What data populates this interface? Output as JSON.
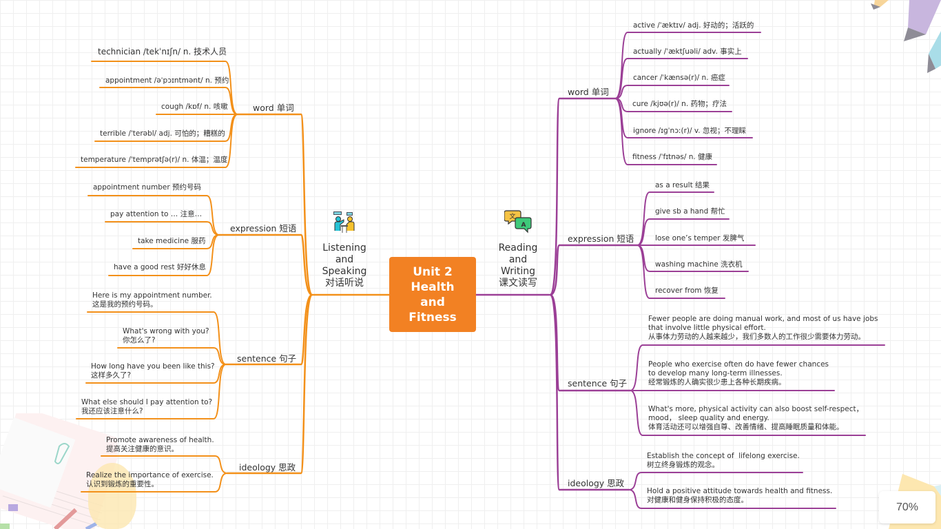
{
  "mindmap": {
    "center": {
      "title": "Unit 2\nHealth\nand\nFitness",
      "color": "#f28123"
    },
    "left": {
      "label": "Listening\nand\nSpeaking\n对话听说",
      "icon": "conversation-people-icon",
      "color": "#f39019",
      "branches": [
        {
          "label": "word 单词",
          "items": [
            "technician /tekˈnɪʃn/ n. 技术人员",
            "appointment /əˈpɔɪntmənt/ n. 预约",
            "cough /kɒf/ n. 咳嗽",
            "terrible /ˈterəbl/ adj. 可怕的；糟糕的",
            "temperature /ˈtemprətʃə(r)/ n. 体温；温度"
          ]
        },
        {
          "label": "expression 短语",
          "items": [
            "appointment number 预约号码",
            "pay  attention  to … 注意…",
            "take medicine 服药",
            "have a good rest 好好休息"
          ]
        },
        {
          "label": "sentence 句子",
          "items": [
            "Here is my appointment number.\n这是我的预约号码。",
            "What's wrong with you?\n你怎么了?",
            "How long have you been like this?\n这样多久了?",
            "What else should I pay attention to?\n我还应该注意什么?"
          ]
        },
        {
          "label": "ideology 思政",
          "items": [
            "Promote awareness of health.\n提高关注健康的意识。",
            "Realize the importance of exercise.\n认识到锻炼的重要性。"
          ]
        }
      ]
    },
    "right": {
      "label": "Reading\nand\nWriting\n课文读写",
      "icon": "translate-chat-icon",
      "color": "#9b3f96",
      "branches": [
        {
          "label": "word 单词",
          "items": [
            "active /ˈæktɪv/ adj. 好动的；活跃的",
            "actually /ˈæktʃuəli/ adv. 事实上",
            "cancer /ˈkænsə(r)/ n. 癌症",
            "cure /kjʊə(r)/ n. 药物；疗法",
            "ignore /ɪɡˈnɔː(r)/ v. 忽视；不理睬",
            "fitness /ˈfɪtnəs/ n. 健康"
          ]
        },
        {
          "label": "expression 短语",
          "items": [
            "as a result 结果",
            "give sb a hand 帮忙",
            "lose one’s temper 发脾气",
            "washing machine 洗衣机",
            "recover from 恢复"
          ]
        },
        {
          "label": "sentence 句子",
          "items": [
            "Fewer people are doing manual work, and most of us have jobs\nthat involve little physical effort.\n从事体力劳动的人越来越少，我们多数人的工作很少需要体力劳动。",
            "People who exercise often do have fewer chances\nto develop many long-term illnesses.\n经常锻炼的人确实很少患上各种长期疾病。",
            "What's more, physical activity can also boost self-respect，\nmood， sleep quality and energy.\n体育活动还可以增强自尊、改善情绪、提高睡眠质量和体能。"
          ]
        },
        {
          "label": "ideology 思政",
          "items": [
            "Establish the concept of  lifelong exercise.\n树立终身锻炼的观念。",
            "Hold a positive attitude towards health and fitness.\n对健康和健身保持积极的态度。"
          ]
        }
      ]
    }
  },
  "zoom": {
    "level": "70%"
  }
}
